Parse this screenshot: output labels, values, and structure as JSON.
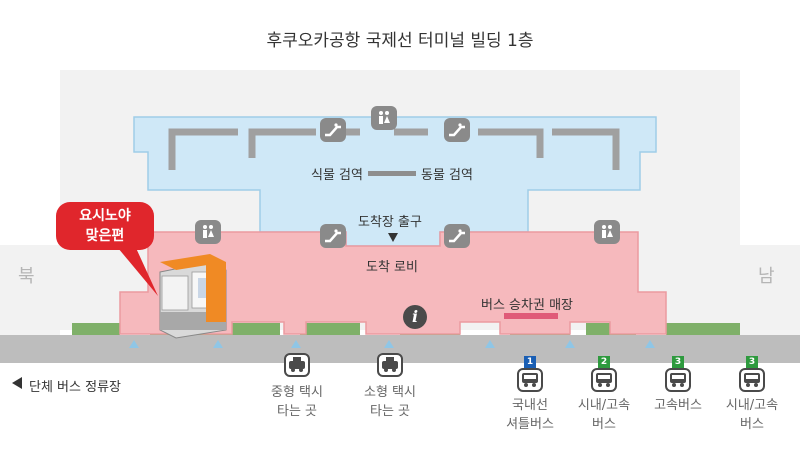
{
  "title": "후쿠오카공항 국제선 터미널 빌딩 1층",
  "directions": {
    "north": "북",
    "south": "남"
  },
  "areas": {
    "quarantine_plant": "식물 검역",
    "quarantine_animal": "동물 검역",
    "arrival_exit": "도착장 출구",
    "arrival_lobby": "도착 로비",
    "bus_ticket_counter": "버스 승차권 매장"
  },
  "callout": {
    "line1": "요시노야",
    "line2": "맞은편"
  },
  "group_bus_stop": "단체 버스 정류장",
  "taxi_stops": [
    {
      "line1": "중형 택시",
      "line2": "타는 곳"
    },
    {
      "line1": "소형 택시",
      "line2": "타는 곳"
    }
  ],
  "bus_stops": [
    {
      "number": "1",
      "line1": "국내선",
      "line2": "셔틀버스",
      "badge_color": "#1a5fb4"
    },
    {
      "number": "2",
      "line1": "시내/고속",
      "line2": "버스",
      "badge_color": "#2e9a3e"
    },
    {
      "number": "3",
      "line1": "고속버스",
      "line2": "",
      "badge_color": "#2e9a3e"
    },
    {
      "number": "3",
      "line1": "시내/고속",
      "line2": "버스",
      "badge_color": "#2e9a3e"
    }
  ],
  "colors": {
    "quarantine_area": "#cfe8f7",
    "lobby_area": "#f6b9bd",
    "road": "#bdbdbd",
    "green_strip": "#7fb069",
    "callout": "#e0262c",
    "ticket_bar": "#e05a78"
  },
  "icons": [
    "restroom-icon",
    "escalator-icon",
    "info-icon",
    "taxi-icon",
    "bus-icon"
  ]
}
